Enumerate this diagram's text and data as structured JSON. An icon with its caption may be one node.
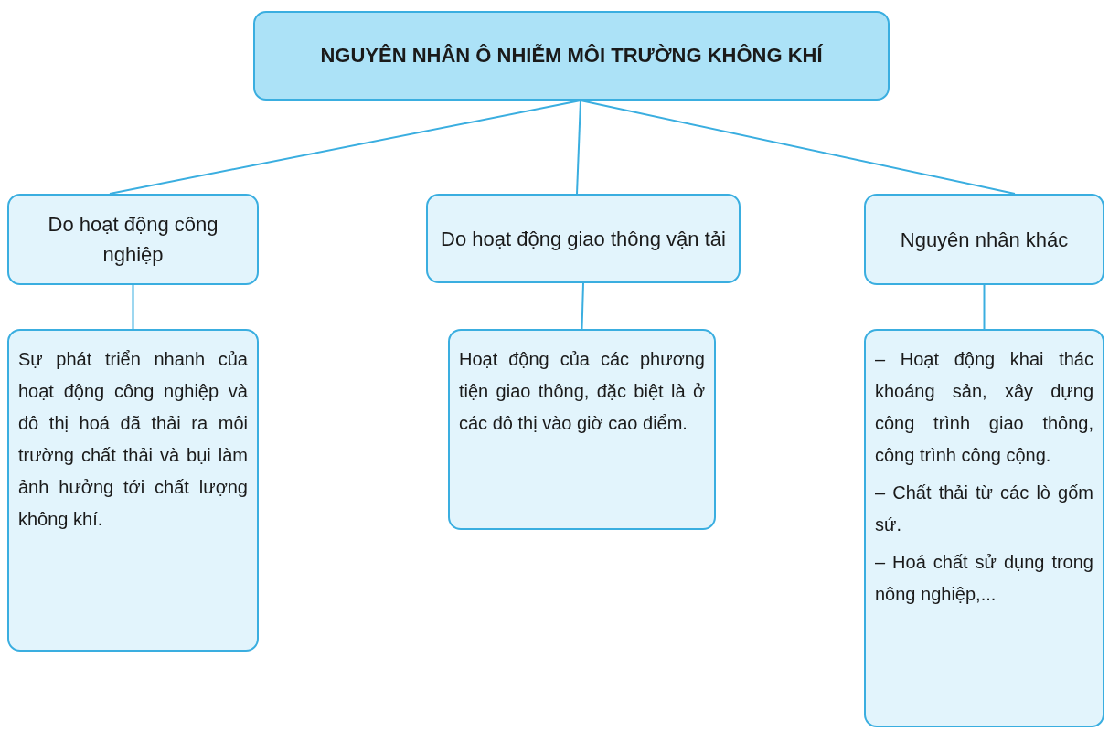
{
  "diagram": {
    "nodes": [
      {
        "text": [
          "NGUYÊN NHÂN Ô NHIỄM MÔI TRƯỜNG KHÔNG KHÍ"
        ]
      },
      {
        "text": [
          "Do hoạt động công nghiệp"
        ]
      },
      {
        "text": [
          "Do hoạt động giao thông vận tải"
        ]
      },
      {
        "text": [
          "Nguyên nhân khác"
        ]
      },
      {
        "text": [
          "Sự phát triển nhanh của hoạt động công nghiệp và đô thị hoá đã thải ra môi trường chất thải và bụi làm ảnh hưởng tới chất lượng không khí."
        ]
      },
      {
        "text": [
          "Hoạt động của các phương tiện giao thông, đặc biệt là ở các đô thị vào giờ cao điểm."
        ]
      },
      {
        "text": [
          "– Hoạt động khai thác khoáng sản, xây dựng công trình giao thông, công trình công cộng.",
          "– Chất thải từ các lò gốm sứ.",
          "– Hoá chất sử dụng trong nông nghiệp,..."
        ]
      }
    ],
    "edges": [
      {
        "from": 0,
        "to": 1,
        "arrow": "none"
      },
      {
        "from": 0,
        "to": 2,
        "arrow": "none"
      },
      {
        "from": 0,
        "to": 3,
        "arrow": "none"
      },
      {
        "from": 1,
        "to": 4,
        "arrow": "none"
      },
      {
        "from": 2,
        "to": 5,
        "arrow": "none"
      },
      {
        "from": 3,
        "to": 6,
        "arrow": "none"
      }
    ]
  }
}
